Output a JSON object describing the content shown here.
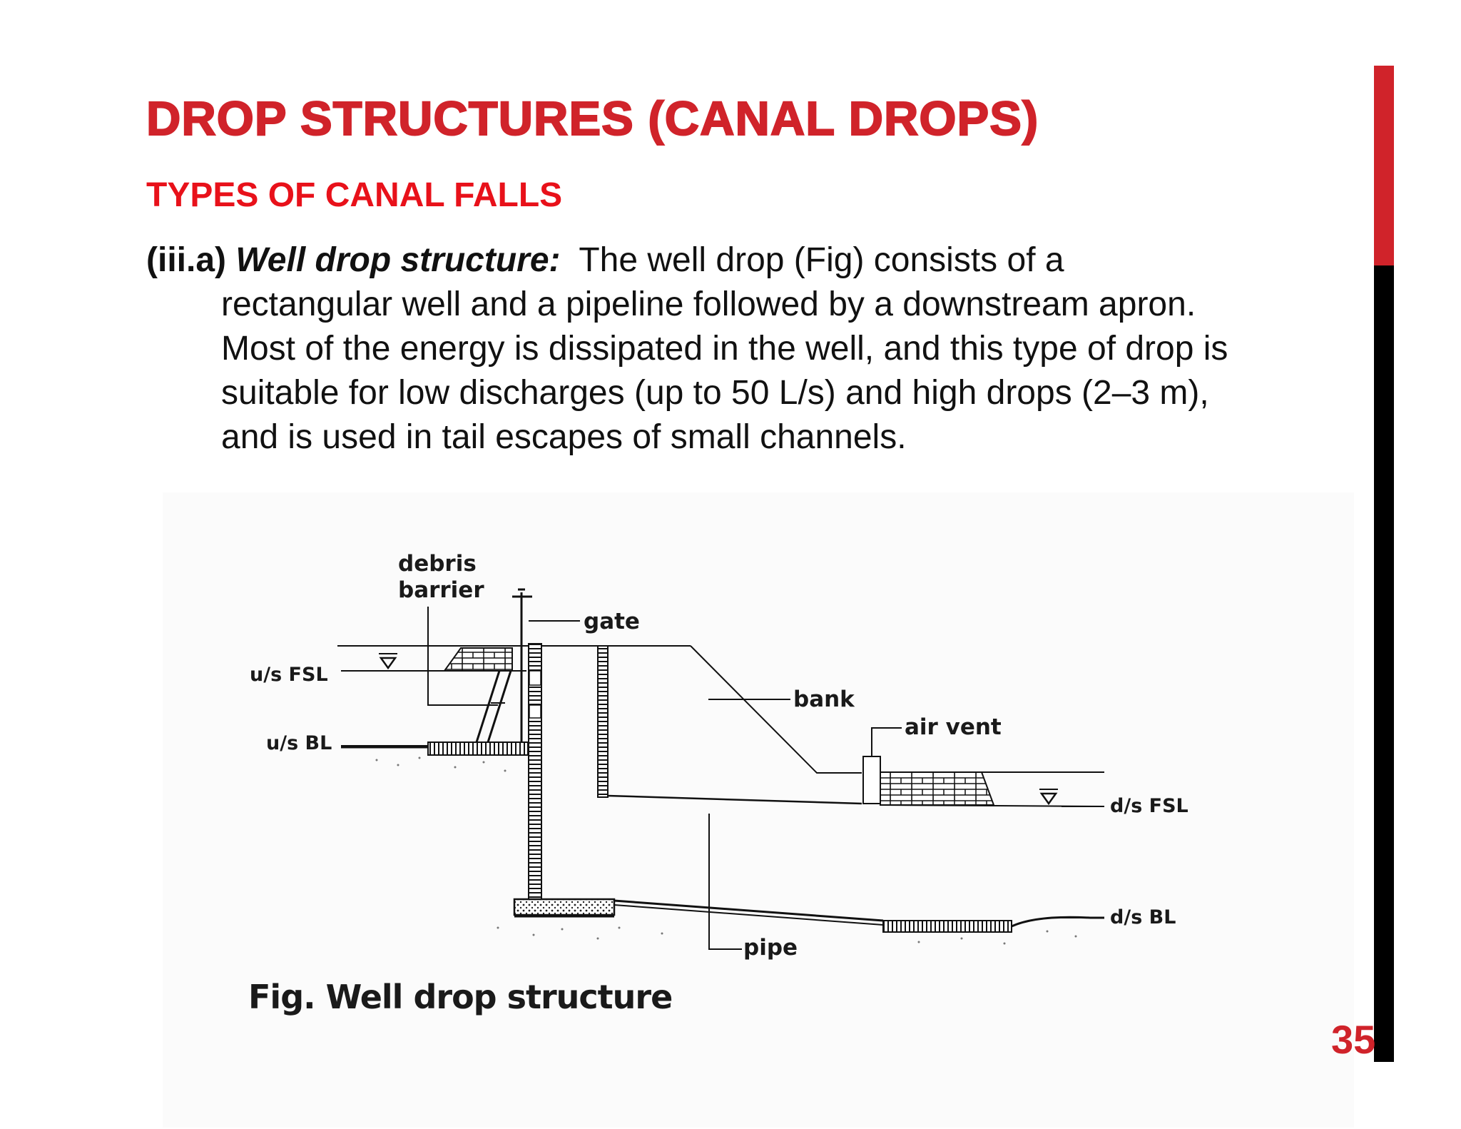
{
  "slide": {
    "title": "DROP STRUCTURES (CANAL DROPS)",
    "subtitle": "TYPES OF CANAL FALLS",
    "body": {
      "prefix": "(iii.a)",
      "term": "Well drop structure:",
      "line1_rest": "The well drop (Fig) consists of a",
      "line2": "rectangular well and a pipeline followed by a downstream apron.",
      "line3": "Most of the energy is dissipated in the well, and this type of drop is",
      "line4": "suitable for low discharges (up to 50 L/s) and high drops (2–3 m),",
      "line5": "and is used in tail escapes of small channels."
    },
    "figure": {
      "labels": {
        "debris_line1": "debris",
        "debris_line2": "barrier",
        "gate": "gate",
        "us_fsl": "u/s FSL",
        "us_bl": "u/s BL",
        "bank": "bank",
        "air_vent": "air vent",
        "ds_fsl": "d/s FSL",
        "ds_bl": "d/s BL",
        "pipe": "pipe"
      },
      "caption_label": "Fig.",
      "caption_text": "Well drop structure"
    },
    "page_number": "35",
    "colors": {
      "accent": "#d0232a",
      "subtitle": "#e8111a",
      "bar_dark": "#000000"
    }
  }
}
